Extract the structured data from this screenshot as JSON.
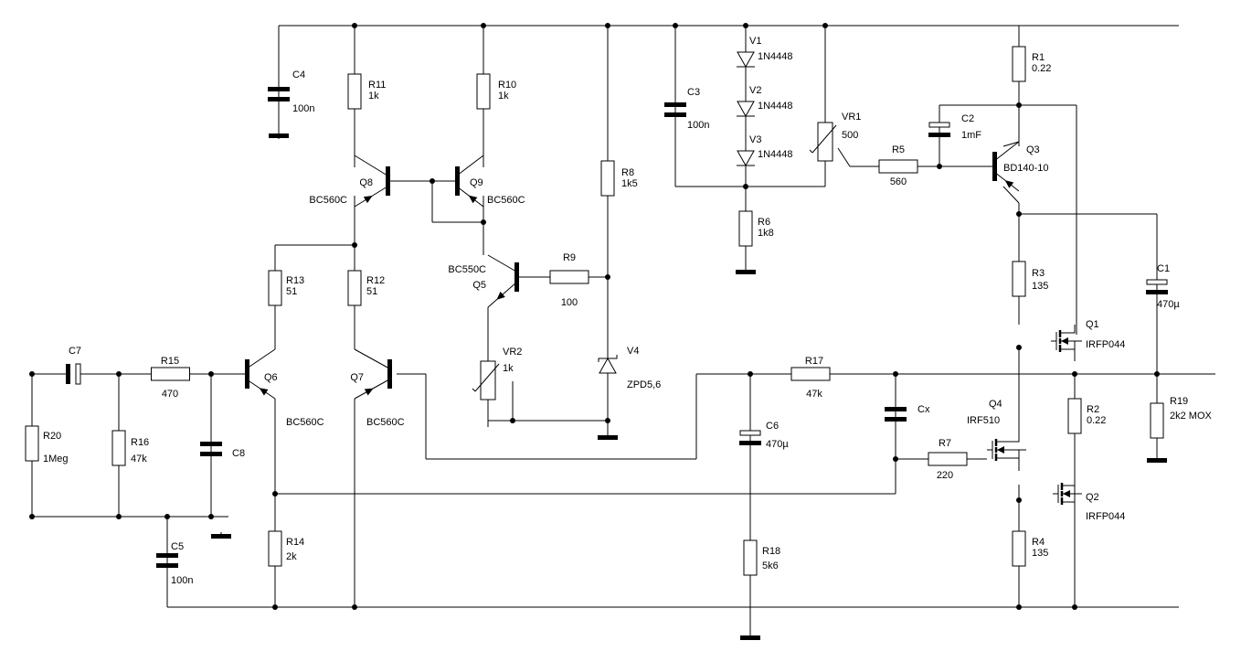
{
  "colors": {
    "ink": "#000000",
    "paper": "#ffffff"
  },
  "components": {
    "R1": {
      "ref": "R1",
      "value": "0.22"
    },
    "R2": {
      "ref": "R2",
      "value": "0.22"
    },
    "R3": {
      "ref": "R3",
      "value": "135"
    },
    "R4": {
      "ref": "R4",
      "value": "135"
    },
    "R5": {
      "ref": "R5",
      "value": "560"
    },
    "R6": {
      "ref": "R6",
      "value": "1k8"
    },
    "R7": {
      "ref": "R7",
      "value": "220"
    },
    "R8": {
      "ref": "R8",
      "value": "1k5"
    },
    "R9": {
      "ref": "R9",
      "value": "100"
    },
    "R10": {
      "ref": "R10",
      "value": "1k"
    },
    "R11": {
      "ref": "R11",
      "value": "1k"
    },
    "R12": {
      "ref": "R12",
      "value": "51"
    },
    "R13": {
      "ref": "R13",
      "value": "51"
    },
    "R14": {
      "ref": "R14",
      "value": "2k"
    },
    "R15": {
      "ref": "R15",
      "value": "470"
    },
    "R16": {
      "ref": "R16",
      "value": "47k"
    },
    "R17": {
      "ref": "R17",
      "value": "47k"
    },
    "R18": {
      "ref": "R18",
      "value": "5k6"
    },
    "R19": {
      "ref": "R19",
      "value": "2k2 MOX"
    },
    "R20": {
      "ref": "R20",
      "value": "1Meg"
    },
    "C1": {
      "ref": "C1",
      "value": "470µ"
    },
    "C2": {
      "ref": "C2",
      "value": "1mF"
    },
    "C3": {
      "ref": "C3",
      "value": "100n"
    },
    "C4": {
      "ref": "C4",
      "value": "100n"
    },
    "C5": {
      "ref": "C5",
      "value": "100n"
    },
    "C6": {
      "ref": "C6",
      "value": "470µ"
    },
    "C7": {
      "ref": "C7"
    },
    "C8": {
      "ref": "C8"
    },
    "Cx": {
      "ref": "Cx"
    },
    "VR1": {
      "ref": "VR1",
      "value": "500"
    },
    "VR2": {
      "ref": "VR2",
      "value": "1k"
    },
    "V1": {
      "ref": "V1",
      "value": "1N4448"
    },
    "V2": {
      "ref": "V2",
      "value": "1N4448"
    },
    "V3": {
      "ref": "V3",
      "value": "1N4448"
    },
    "V4": {
      "ref": "V4",
      "value": "ZPD5,6"
    },
    "Q1": {
      "ref": "Q1",
      "value": "IRFP044"
    },
    "Q2": {
      "ref": "Q2",
      "value": "IRFP044"
    },
    "Q3": {
      "ref": "Q3",
      "value": "BD140-10"
    },
    "Q4": {
      "ref": "Q4",
      "value": "IRF510"
    },
    "Q5": {
      "ref": "Q5",
      "value": "BC550C"
    },
    "Q6": {
      "ref": "Q6",
      "value": "BC560C"
    },
    "Q7": {
      "ref": "Q7",
      "value": "BC560C"
    },
    "Q8": {
      "ref": "Q8",
      "value": "BC560C"
    },
    "Q9": {
      "ref": "Q9",
      "value": "BC560C"
    }
  }
}
